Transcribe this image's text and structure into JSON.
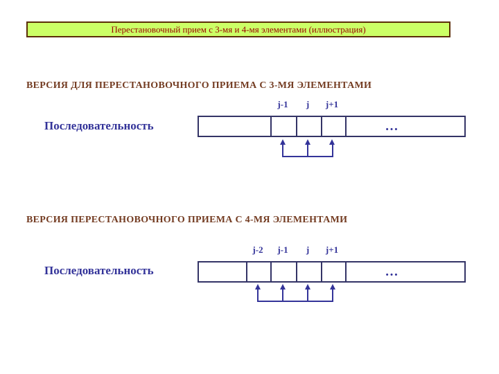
{
  "banner": {
    "title": "Перестановочный прием с 3-мя и 4-мя элементами (иллюстрация)"
  },
  "section3": {
    "heading": "ВЕРСИЯ ДЛЯ ПЕРЕСТАНОВОЧНОГО ПРИЕМА С 3-МЯ ЭЛЕМЕНТАМИ",
    "sequence_label": "Последовательность",
    "index_labels": [
      "j-1",
      "j",
      "j+1"
    ],
    "ellipsis": "…",
    "swapped_cells_count": 3
  },
  "section4": {
    "heading": "ВЕРСИЯ ПЕРЕСТАНОВОЧНОГО ПРИЕМА С 4-МЯ ЭЛЕМЕНТАМИ",
    "sequence_label": "Последовательность",
    "index_labels": [
      "j-2",
      "j-1",
      "j",
      "j+1"
    ],
    "ellipsis": "…",
    "swapped_cells_count": 4
  },
  "colors": {
    "banner_background": "#ccff66",
    "banner_border": "#5b2d06",
    "banner_text": "#990000",
    "heading_text": "#733b21",
    "diagram_blue": "#333399",
    "box_border": "#333366",
    "page_background": "#ffffff"
  }
}
